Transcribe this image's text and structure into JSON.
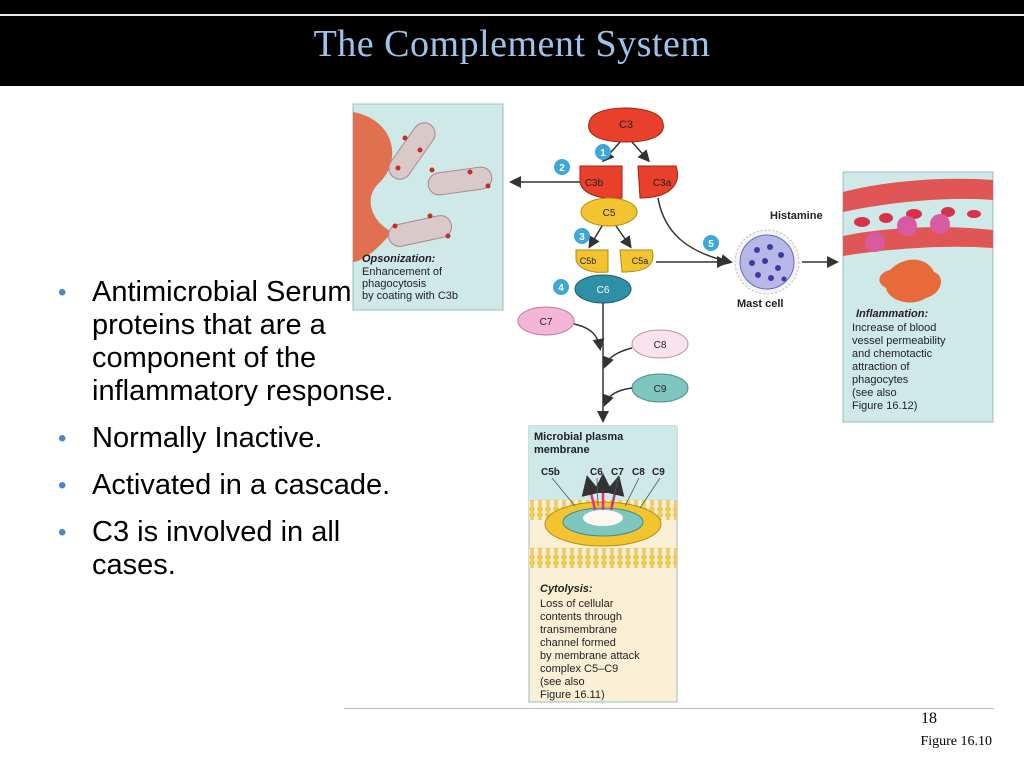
{
  "slide": {
    "title": "The Complement System",
    "bullets": [
      "Antimicrobial Serum proteins that are a component of the inflammatory response.",
      "Normally Inactive.",
      "Activated in a cascade.",
      "C3 is involved in all cases."
    ],
    "slide_number": "18",
    "figure_ref": "Figure 16.10"
  },
  "diagram": {
    "proteins": {
      "c3": "C3",
      "c3b": "C3b",
      "c3a": "C3a",
      "c5": "C5",
      "c5b": "C5b",
      "c5a": "C5a",
      "c6": "C6",
      "c7": "C7",
      "c8": "C8",
      "c9": "C9"
    },
    "steps": [
      "1",
      "2",
      "3",
      "4",
      "5"
    ],
    "opsonization": {
      "heading": "Opsonization:",
      "lines": [
        "Enhancement of",
        "phagocytosis",
        "by coating with C3b"
      ]
    },
    "mast_cell": {
      "histamine": "Histamine",
      "label": "Mast cell"
    },
    "inflammation": {
      "heading": "Inflammation:",
      "lines": [
        "Increase of blood",
        "vessel permeability",
        "and chemotactic",
        "attraction of",
        "phagocytes",
        "(see also",
        "Figure 16.12)"
      ]
    },
    "cytolysis": {
      "membrane_label": [
        "Microbial plasma",
        "membrane"
      ],
      "channel_labels": [
        "C5b",
        "C6",
        "C7",
        "C8",
        "C9"
      ],
      "heading": "Cytolysis:",
      "lines": [
        "Loss of cellular",
        "contents through",
        "transmembrane",
        "channel formed",
        "by membrane attack",
        "complex C5–C9",
        "(see also",
        "Figure 16.11)"
      ]
    }
  },
  "colors": {
    "title_text": "#9ec3ea",
    "bullet_marker": "#4a86c8",
    "c3_red": "#e8402a",
    "c5_yellow": "#f4c430",
    "c6_teal": "#2f8fa6",
    "c7_pink": "#f4b6d6",
    "c9_teal": "#7fc7be",
    "panel_blue": "#cfe8e8",
    "panel_cream": "#fbf0d6"
  }
}
